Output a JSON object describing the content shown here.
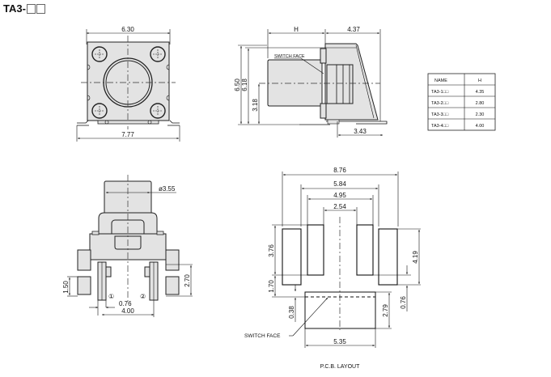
{
  "title": {
    "prefix": "TA3-"
  },
  "front_view": {
    "width_top": "6.30",
    "width_bottom": "7.77"
  },
  "side_view": {
    "dim_h": "H",
    "dim_depth": "4.37",
    "dim_height_total": "6.50",
    "dim_height_body": "6.18",
    "dim_center": "3.18",
    "dim_bottom": "3.43",
    "switch_face_label": "SWITCH FACE"
  },
  "table": {
    "headers": [
      "NAME",
      "H"
    ],
    "rows": [
      {
        "name": "TA3-1□□",
        "h": "4.35"
      },
      {
        "name": "TA3-2□□",
        "h": "2.80"
      },
      {
        "name": "TA3-3□□",
        "h": "2.30"
      },
      {
        "name": "TA3-4□□",
        "h": "4.00"
      }
    ]
  },
  "bottom_view": {
    "diameter": "ø3.55",
    "dim_left": "1.50",
    "dim_right": "2.70",
    "dim_pin_width": "0.76",
    "dim_pin_spacing": "4.00",
    "pin1": "①",
    "pin2": "②"
  },
  "pcb_layout": {
    "dim_outer": "8.76",
    "dim_mid": "5.84",
    "dim_inner": "4.95",
    "dim_center": "2.54",
    "dim_pad_height_left": "3.76",
    "dim_pad_height_right": "4.19",
    "dim_gap_left": "1.70",
    "dim_offset": "0.38",
    "dim_gap_right": "0.76",
    "dim_body_height": "2.79",
    "dim_body_width": "5.35",
    "switch_face_label": "SWITCH FACE",
    "caption": "P.C.B. LAYOUT"
  }
}
